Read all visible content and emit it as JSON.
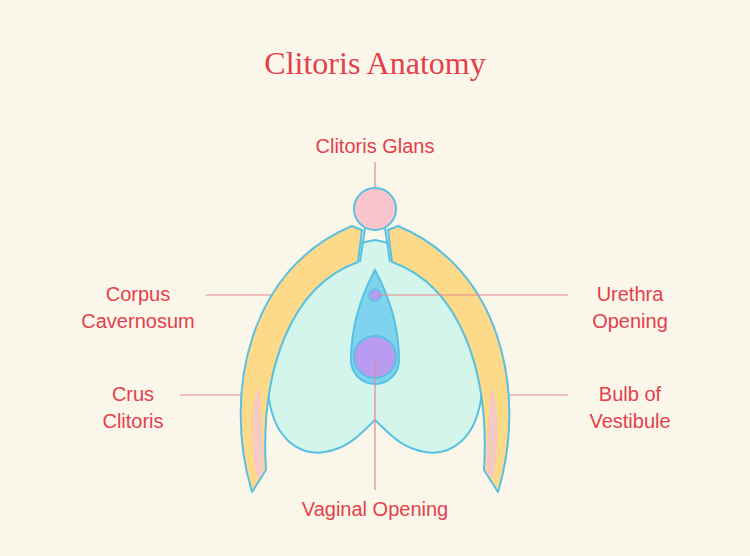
{
  "diagram": {
    "title": "Clitoris Anatomy",
    "labels": [
      "Clitoris Glans",
      "Corpus Cavernosum",
      "Urethra Opening",
      "Crus Clitoris",
      "Bulb of Vestibule",
      "Vaginal Opening"
    ]
  }
}
